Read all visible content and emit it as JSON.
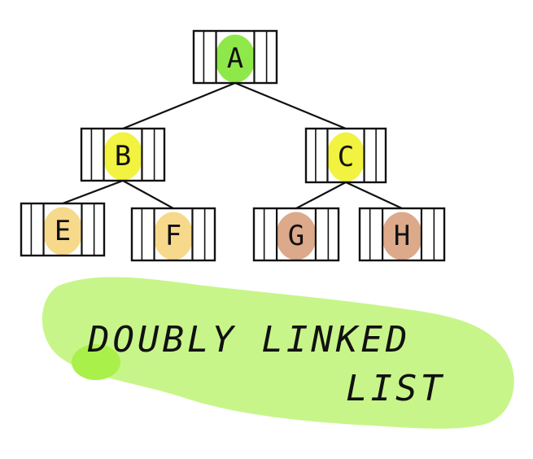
{
  "diagram": {
    "nodes": [
      {
        "id": "A",
        "label": "A",
        "highlight": "#8fe84a"
      },
      {
        "id": "B",
        "label": "B",
        "highlight": "#f2f240"
      },
      {
        "id": "C",
        "label": "C",
        "highlight": "#f2f240"
      },
      {
        "id": "E",
        "label": "E",
        "highlight": "#f7d98c"
      },
      {
        "id": "F",
        "label": "F",
        "highlight": "#f7d98c"
      },
      {
        "id": "G",
        "label": "G",
        "highlight": "#dca98a"
      },
      {
        "id": "H",
        "label": "H",
        "highlight": "#dca98a"
      }
    ],
    "edges": [
      {
        "from": "A",
        "to": "B"
      },
      {
        "from": "A",
        "to": "C"
      },
      {
        "from": "B",
        "to": "E"
      },
      {
        "from": "B",
        "to": "F"
      },
      {
        "from": "C",
        "to": "G"
      },
      {
        "from": "C",
        "to": "H"
      }
    ],
    "caption": {
      "line1": "DOUBLY LINKED",
      "line2": "LIST",
      "highlight": "#c8f58a",
      "accent": "#aaf04a"
    },
    "stroke_color": "#111111"
  }
}
